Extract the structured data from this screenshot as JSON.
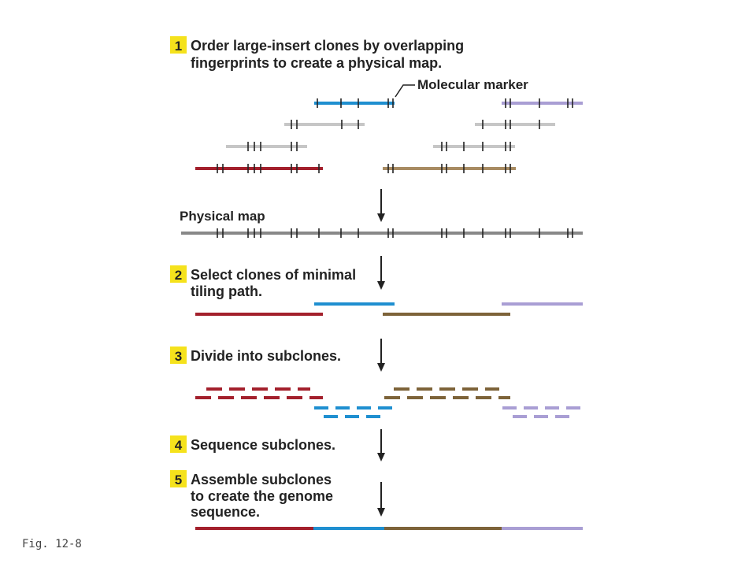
{
  "figure_label": "Fig. 12-8",
  "colors": {
    "badge": "#f5e21c",
    "red": "#a3202c",
    "blue": "#1f8fd0",
    "gray": "#c6c6c6",
    "tan": "#a88b62",
    "lavender": "#a99ed4",
    "map": "#888888",
    "brown": "#7d6339",
    "ink": "#222222"
  },
  "steps": [
    {
      "number": "1",
      "lines": [
        "Order large-insert clones by overlapping",
        "fingerprints to create a physical map."
      ]
    },
    {
      "number": "2",
      "lines": [
        "Select clones of minimal",
        "tiling path."
      ]
    },
    {
      "number": "3",
      "lines": [
        "Divide into subclones."
      ]
    },
    {
      "number": "4",
      "lines": [
        "Sequence subclones."
      ]
    },
    {
      "number": "5",
      "lines": [
        "Assemble subclones",
        "to create the genome",
        "sequence."
      ]
    }
  ],
  "labels": {
    "molecular_marker": "Molecular marker",
    "physical_map": "Physical map"
  }
}
